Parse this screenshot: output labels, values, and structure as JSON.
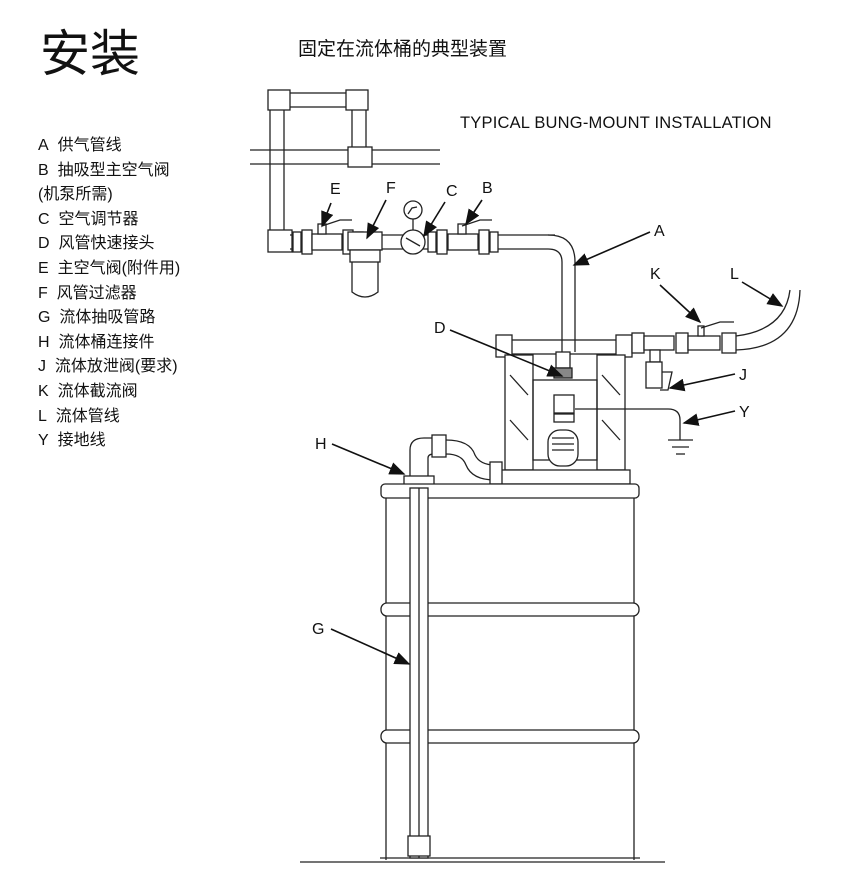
{
  "title": "安装",
  "subtitle": "固定在流体桶的典型装置",
  "english_title": "TYPICAL BUNG-MOUNT INSTALLATION",
  "legend": [
    {
      "key": "A",
      "text": "供气管线"
    },
    {
      "key": "B",
      "text": "抽吸型主空气阀"
    },
    {
      "key": "",
      "text": "(机泵所需)"
    },
    {
      "key": "C",
      "text": "空气调节器"
    },
    {
      "key": "D",
      "text": "风管快速接头"
    },
    {
      "key": "E",
      "text": "主空气阀(附件用)"
    },
    {
      "key": "F",
      "text": "风管过滤器"
    },
    {
      "key": "G",
      "text": "流体抽吸管路"
    },
    {
      "key": "H",
      "text": "流体桶连接件"
    },
    {
      "key": "J",
      "text": "流体放泄阀(要求)"
    },
    {
      "key": "K",
      "text": "流体截流阀"
    },
    {
      "key": "L",
      "text": "流体管线"
    },
    {
      "key": "Y",
      "text": "接地线"
    }
  ],
  "callouts": {
    "A": "A",
    "B": "B",
    "C": "C",
    "D": "D",
    "E": "E",
    "F": "F",
    "G": "G",
    "H": "H",
    "J": "J",
    "K": "K",
    "L": "L",
    "Y": "Y"
  }
}
